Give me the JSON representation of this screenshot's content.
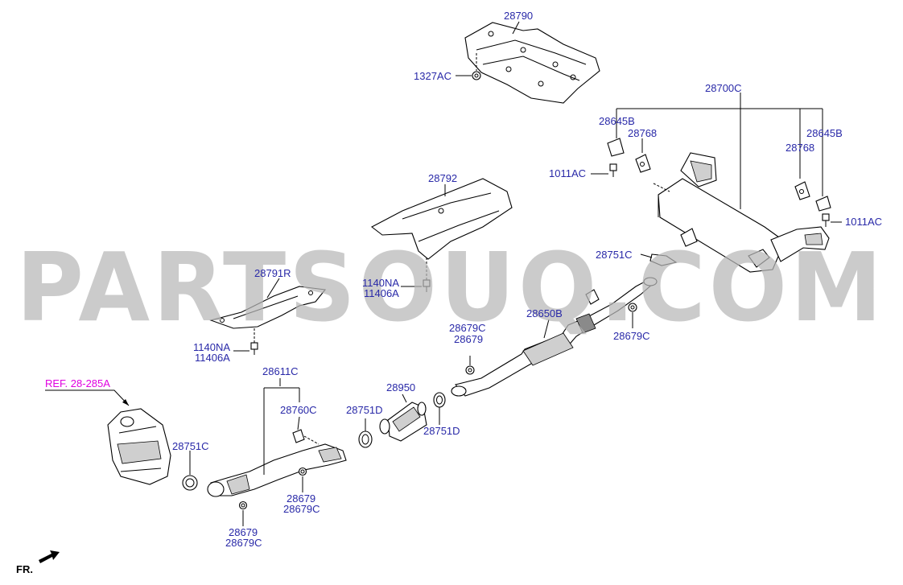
{
  "labels": {
    "p28790": "28790",
    "p1327ac": "1327AC",
    "p28700c": "28700C",
    "p28645b_l": "28645B",
    "p28768_l": "28768",
    "p28645b_r": "28645B",
    "p28768_r": "28768",
    "p1011ac_l": "1011AC",
    "p1011ac_r": "1011AC",
    "p28792": "28792",
    "p28751c_top": "28751C",
    "p28791r": "28791R",
    "p1140na_a": "1140NA",
    "p11406a_a": "11406A",
    "p1140na_b": "1140NA",
    "p11406a_b": "11406A",
    "p28650b": "28650B",
    "p28679c_a": "28679C",
    "p28679_a": "28679",
    "p28679c_b": "28679C",
    "p28611c": "28611C",
    "p28950": "28950",
    "p28760c": "28760C",
    "p28751d_a": "28751D",
    "p28751d_b": "28751D",
    "p28751c_bot": "28751C",
    "p28679_b": "28679",
    "p28679c_c": "28679C",
    "p28679_c": "28679",
    "p28679c_d": "28679C"
  },
  "reference": "REF. 28-285A",
  "direction": "FR.",
  "watermark": "PARTSOUQ.COM",
  "colors": {
    "label": "#2929a8",
    "reference": "#e000e0",
    "watermark": "#b8b8b8"
  }
}
